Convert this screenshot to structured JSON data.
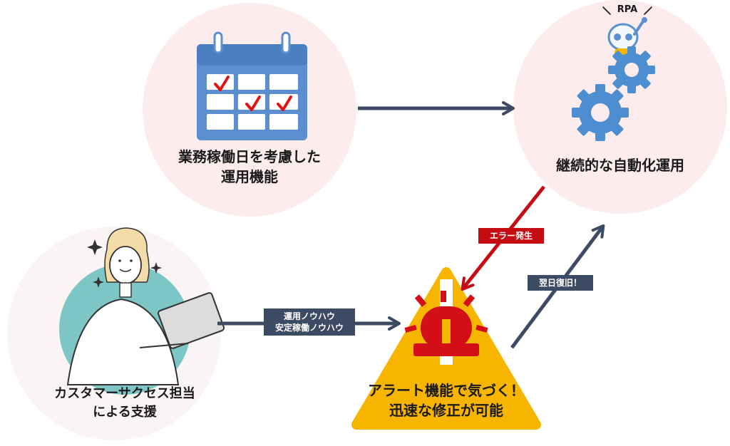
{
  "nodes": {
    "schedule": {
      "line1": "業務稼働日を考慮した",
      "line2": "運用機能"
    },
    "automation": {
      "line1": "継続的な自動化運用"
    },
    "rpa_badge": "RPA",
    "support": {
      "line1": "カスタマーサクセス担当",
      "line2": "による支援"
    },
    "alert": {
      "line1": "アラート機能で気づく！",
      "line2": "迅速な修正が可能"
    }
  },
  "edge_labels": {
    "error": "エラー発生",
    "recovery": "翌日復旧！",
    "knowhow_line1": "運用ノウハウ",
    "knowhow_line2": "安定稼働ノウハウ"
  },
  "colors": {
    "circle_bg": "#fdeced",
    "arrow_navy": "#3d4a63",
    "arrow_red": "#c40c12",
    "calendar_blue": "#5b8fcf",
    "gear_blue": "#4c8ed0",
    "alert_yellow": "#f7b500",
    "person_teal": "#7ec6c6"
  }
}
